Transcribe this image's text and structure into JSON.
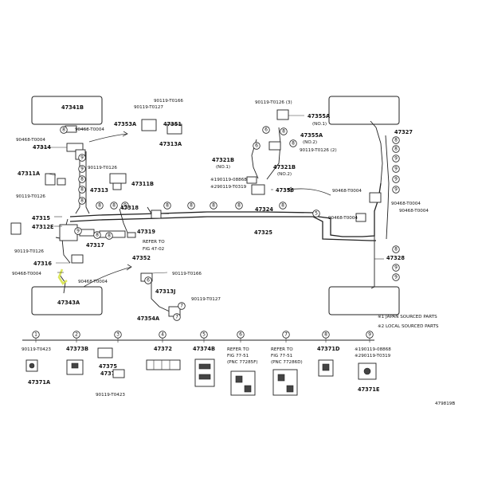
{
  "labels": {
    "p47341B": "47341B",
    "p47353A": "47353A",
    "p90119T0127a": "90119-T0127",
    "p90119T0166a": "90119-T0166",
    "p47351": "47351",
    "p90468T0004a": "90468-T0004",
    "p90468T0004b": "90468-T0004",
    "p47314": "47314",
    "p47313A": "47313A",
    "p47311A": "47311A",
    "p90119T0126a": "90119-T0126",
    "p90119T0126b": "90119-T0126",
    "p47311B": "47311B",
    "p47313": "47313",
    "p47315": "47315",
    "p47318": "47318",
    "p47312E": "47312E",
    "p47319": "47319",
    "p90119T0126c": "90119-T0126",
    "p47317": "47317",
    "referTo1": "REFER TO",
    "fig4702": "FIG 47-02",
    "p47316": "47316",
    "p47352": "47352",
    "p90468T0004c": "90468-T0004",
    "p90468T0004d": "90468-T0004",
    "p90119T0166b": "90119-T0166",
    "p47343A": "47343A",
    "p47313J": "47313J",
    "p90119T0127b": "90119-T0127",
    "p47354A": "47354A",
    "p90119T0126d": "90119-T0126 (3)",
    "p47355A1": "47355A",
    "no1a": "(NO.1)",
    "p47355A2": "47355A",
    "no2a": "(NO.2)",
    "p90119T0126e": "90119-T0126 (2)",
    "p47321B1": "47321B",
    "no1b": "(NO.1)",
    "p47321B2": "47321B",
    "no2b": "(NO.2)",
    "p90119T0868a": "※190119-08868",
    "p90119T0319a": "※290119-T0319",
    "p47356": "47356",
    "p47324": "47324",
    "p47325": "47325",
    "p47327": "47327",
    "p90468T0004e": "90468-T0004",
    "p90468T0004f": "90468-T0004",
    "p90468T0004g": "90468-T0004",
    "p90468T0004h": "90468-T0004",
    "p47328": "47328"
  },
  "legend": {
    "japan": "※1 JAPAN SOURCED PARTS",
    "local": "※2 LOCAL SOURCED PARTS"
  },
  "bottom": {
    "c1": {
      "num": "1",
      "top": "90119-T0423",
      "bottom": "47371A"
    },
    "c2": {
      "num": "2",
      "top": "47373B"
    },
    "c3": {
      "num": "3",
      "mid": "47375",
      "mid2": "47373A",
      "bottom": "90119-T0423"
    },
    "c4": {
      "num": "4",
      "top": "47372"
    },
    "c5": {
      "num": "5",
      "top": "47374B"
    },
    "c6": {
      "num": "6",
      "l1": "REFER TO",
      "l2": "FIG 77-51",
      "l3": "(PNC 77285F)"
    },
    "c7": {
      "num": "7",
      "l1": "REFER TO",
      "l2": "FIG 77-51",
      "l3": "(PNC 77286D)"
    },
    "c8": {
      "num": "8",
      "top": "47371D"
    },
    "c9": {
      "num": "9",
      "top1": "※190119-08868",
      "top2": "※290119-T0319",
      "bottom": "47371E"
    }
  },
  "callouts": {
    "a": "8",
    "b": "9",
    "c": "9",
    "d": "8",
    "e": "8",
    "f": "8",
    "g": "8",
    "h": "8",
    "i": "9",
    "j": "9",
    "k": "8",
    "l": "8",
    "m": "8",
    "n": "8",
    "o": "8",
    "p": "8",
    "q": "8",
    "r": "5",
    "s": "6",
    "t": "7",
    "u": "7",
    "v": "6",
    "w": "8",
    "x": "8",
    "y": "6",
    "z": "8",
    "aa": "8",
    "ab": "9",
    "ac": "9",
    "ad": "9",
    "ae": "9",
    "af": "8",
    "ag": "9",
    "ah": "9"
  },
  "figure_code": "479819B",
  "colors": {
    "highlight": "#d8e34a",
    "line": "#222222"
  }
}
